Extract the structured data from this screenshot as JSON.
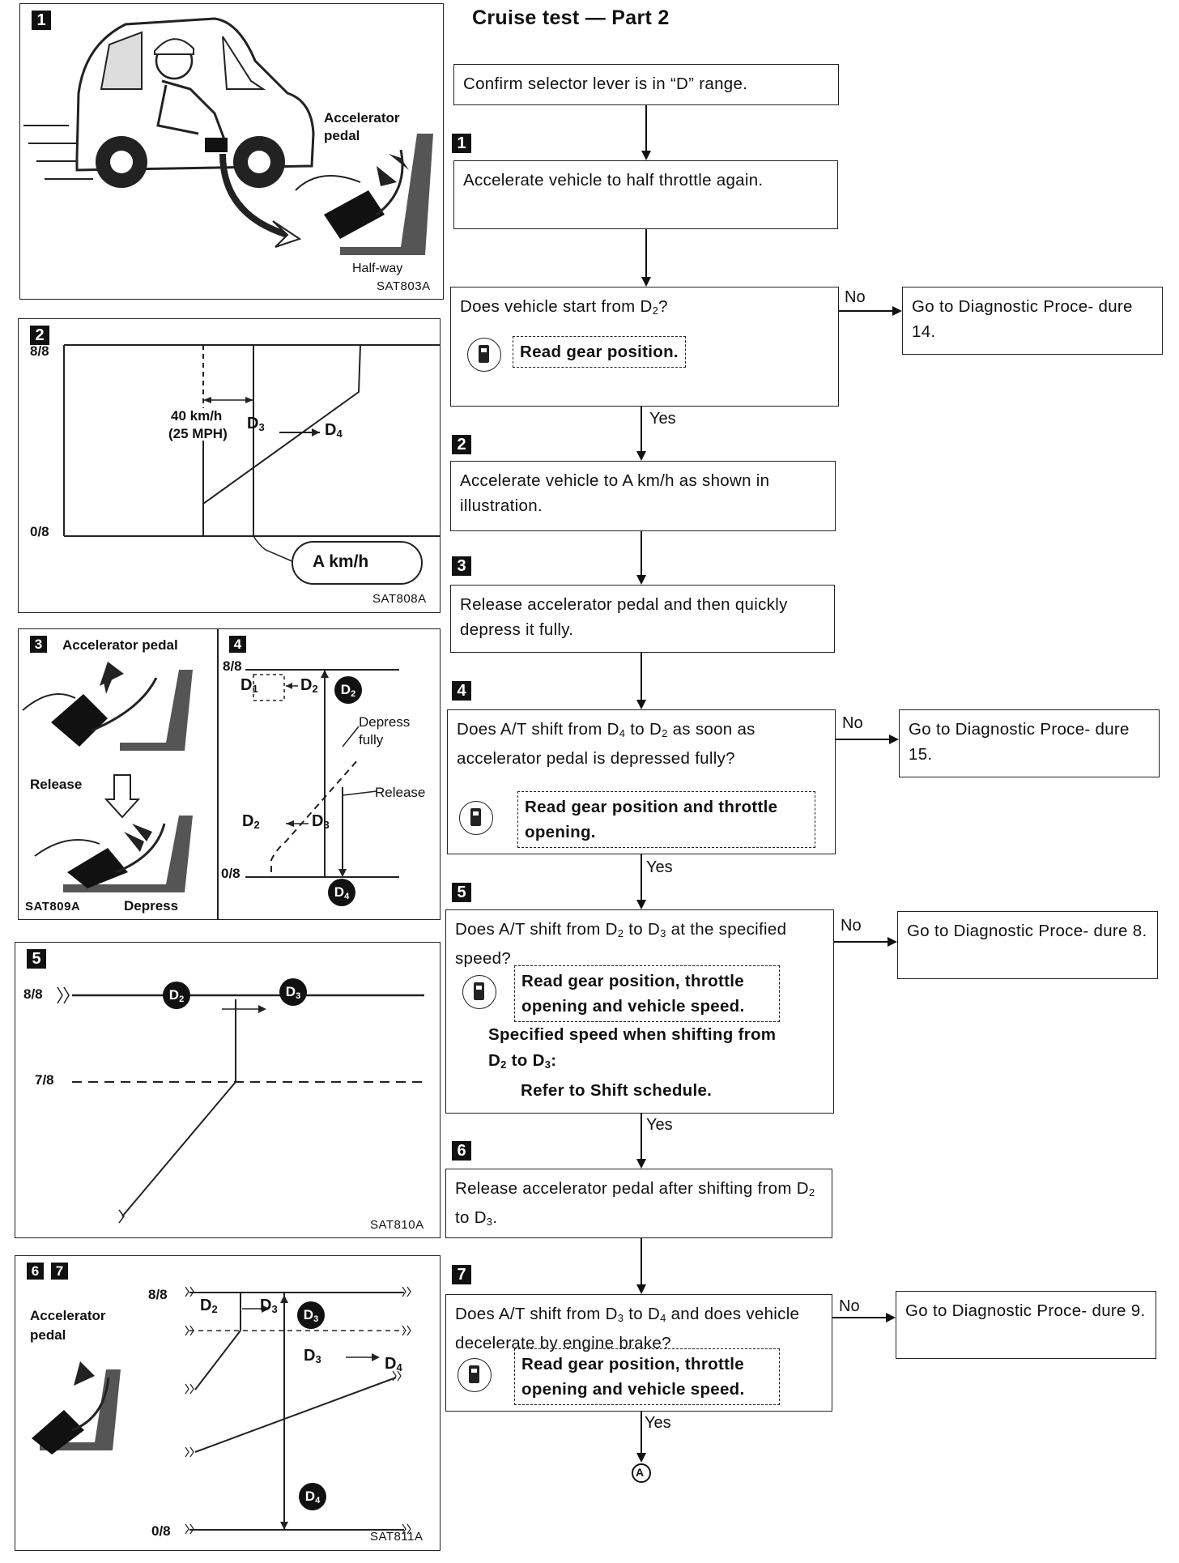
{
  "page_title": "Cruise test — Part 2",
  "flow": {
    "confirm": "Confirm selector lever is in “D” range.",
    "step1": "Accelerate vehicle to half throttle again.",
    "q1": "Does vehicle start from D",
    "q1_sub": "2",
    "q1_tail": "?",
    "q1_check": "Read gear position.",
    "go14": "Go to Diagnostic Proce- dure 14.",
    "step2": "Accelerate vehicle to A km/h as shown in illustration.",
    "step3": "Release accelerator pedal and then quickly depress it fully.",
    "q4_a": "Does A/T shift from D",
    "q4_s1": "4",
    "q4_b": " to D",
    "q4_s2": "2",
    "q4_c": " as soon as accelerator pedal is depressed fully?",
    "q4_check": "Read gear position and throttle opening.",
    "go15": "Go to Diagnostic Proce- dure 15.",
    "q5_a": "Does A/T shift from D",
    "q5_s1": "2",
    "q5_b": " to D",
    "q5_s2": "3",
    "q5_c": " at the specified speed?",
    "q5_check": "Read gear position, throttle opening and vehicle speed.",
    "q5_note1": "Specified speed when shifting from",
    "q5_note2": "D",
    "q5_note2_s1": "2",
    "q5_note2_b": " to D",
    "q5_note2_s2": "3",
    "q5_note2_c": ":",
    "q5_note3": "Refer to Shift schedule.",
    "go8": "Go to Diagnostic Proce- dure 8.",
    "step6_a": "Release accelerator pedal after shifting from D",
    "step6_s1": "2",
    "step6_b": " to D",
    "step6_s2": "3",
    "step6_c": ".",
    "q7_a": "Does A/T shift from D",
    "q7_s1": "3",
    "q7_b": " to D",
    "q7_s2": "4",
    "q7_c": " and does vehicle decelerate by engine brake?",
    "q7_check": "Read gear position, throttle opening and vehicle speed.",
    "go9": "Go to Diagnostic Proce- dure 9.",
    "yes": "Yes",
    "no": "No",
    "connector": "A"
  },
  "step_numbers": [
    "1",
    "2",
    "3",
    "4",
    "5",
    "6",
    "7"
  ],
  "figures": {
    "fig1": {
      "num": "1",
      "pedal_label": "Accelerator pedal",
      "halfway": "Half-way",
      "code": "SAT803A"
    },
    "fig2": {
      "num": "2",
      "y_top": "8/8",
      "y_bot": "0/8",
      "speed": "40 km/h",
      "speed_mph": "(25 MPH)",
      "d3": "D",
      "d3s": "3",
      "d4": "D",
      "d4s": "4",
      "akmh": "A km/h",
      "code": "SAT808A"
    },
    "fig3": {
      "num": "3",
      "title": "Accelerator pedal",
      "release": "Release",
      "depress": "Depress",
      "code": "SAT809A"
    },
    "fig4": {
      "num": "4",
      "y_top": "8/8",
      "y_bot": "0/8",
      "d1": "D",
      "d1s": "1",
      "d2": "D",
      "d2s": "2",
      "depress_fully": "Depress fully",
      "release": "Release",
      "d2b": "D",
      "d2bs": "2",
      "d3": "D",
      "d3s": "3"
    },
    "fig5": {
      "num": "5",
      "y_top": "8/8",
      "y_mid": "7/8",
      "code": "SAT810A"
    },
    "fig67": {
      "num6": "6",
      "num7": "7",
      "pedal_label": "Accelerator pedal",
      "y_top": "8/8",
      "y_bot": "0/8",
      "d2": "D",
      "d2s": "2",
      "d3": "D",
      "d3s": "3",
      "d3b": "D",
      "d3bs": "3",
      "d4": "D",
      "d4s": "4",
      "code": "SAT811A"
    }
  },
  "gear_badges": {
    "g2": "D",
    "g2s": "2",
    "g3": "D",
    "g3s": "3",
    "g4": "D",
    "g4s": "4"
  }
}
